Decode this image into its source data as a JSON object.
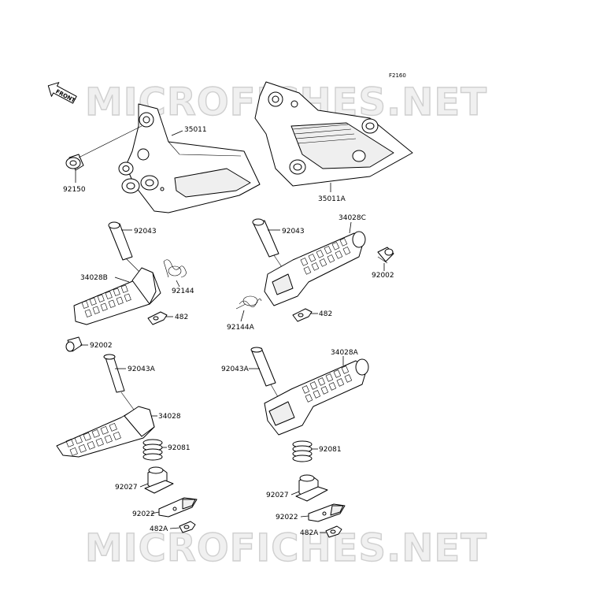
{
  "figure_code": "F2160",
  "front_marker": "FRONT",
  "watermark": "MICROFICHES.NET",
  "labels": {
    "p35011": "35011",
    "p35011A": "35011A",
    "p92150": "92150",
    "p92043_a": "92043",
    "p92043_b": "92043",
    "p34028C": "34028C",
    "p92002_a": "92002",
    "p34028B": "34028B",
    "p92144": "92144",
    "p482": "482",
    "p92144A": "92144A",
    "p482_b": "482",
    "p92002_b": "92002",
    "p92043A_a": "92043A",
    "p34028A": "34028A",
    "p92043A_b": "92043A",
    "p34028": "34028",
    "p92081_a": "92081",
    "p92081_b": "92081",
    "p92027_a": "92027",
    "p92027_b": "92027",
    "p92022_a": "92022",
    "p92022_b": "92022",
    "p482A_a": "482A",
    "p482A_b": "482A"
  }
}
